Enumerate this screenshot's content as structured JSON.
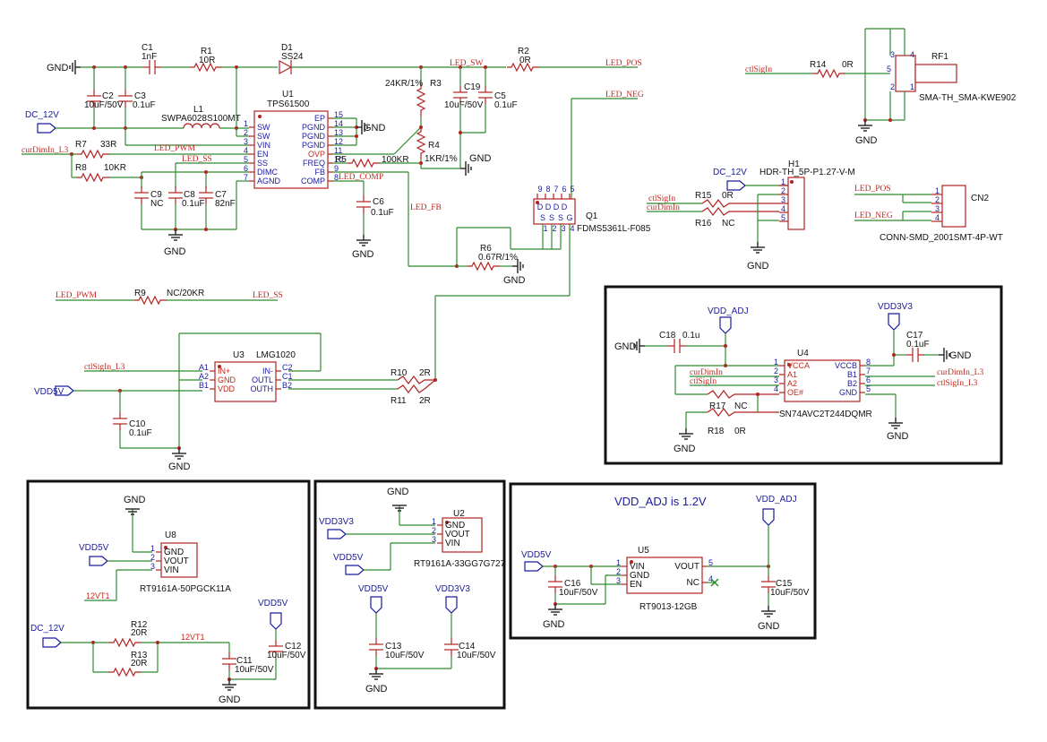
{
  "net": {
    "gnd": "GND",
    "dc12v": "DC_12V",
    "vdd5v": "VDD5V",
    "vdd3v3": "VDD3V3",
    "vddadj": "VDD_ADJ",
    "led_sw": "LED_SW",
    "led_pos": "LED_POS",
    "led_neg": "LED_NEG",
    "led_pwm": "LED_PWM",
    "led_ss": "LED_SS",
    "led_comp": "LED_COMP",
    "led_fb": "LED_FB",
    "curdim": "curDimIn",
    "curdim_l3": "curDimIn_L3",
    "ctl": "ctlSigIn",
    "ctl_l3": "ctlSigIn_L3",
    "v12t1": "12VT1"
  },
  "note": "VDD_ADJ is 1.2V",
  "parts": {
    "c1": {
      "ref": "C1",
      "val": "1nF"
    },
    "r1": {
      "ref": "R1",
      "val": "10R"
    },
    "d1": {
      "ref": "D1",
      "val": "SS24"
    },
    "c2": {
      "ref": "C2",
      "val": "10uF/50V"
    },
    "c3": {
      "ref": "C3",
      "val": "0.1uF"
    },
    "l1": {
      "ref": "L1",
      "val": "SWPA6028S100MT"
    },
    "u1": {
      "ref": "U1",
      "val": "TPS61500"
    },
    "r7": {
      "ref": "R7",
      "val": "33R"
    },
    "r8": {
      "ref": "R8",
      "val": "10KR"
    },
    "c9": {
      "ref": "C9",
      "val": "NC"
    },
    "c8": {
      "ref": "C8",
      "val": "0.1uF"
    },
    "c7": {
      "ref": "C7",
      "val": "82nF"
    },
    "r3": {
      "ref": "R3",
      "val": "24KR/1%"
    },
    "r4": {
      "ref": "R4",
      "val": "1KR/1%"
    },
    "r5": {
      "ref": "R5",
      "val": "100KR"
    },
    "c6": {
      "ref": "C6",
      "val": "0.1uF"
    },
    "c19": {
      "ref": "C19",
      "val": "10uF/50V"
    },
    "c5": {
      "ref": "C5",
      "val": "0.1uF"
    },
    "r2": {
      "ref": "R2",
      "val": "0R"
    },
    "q1": {
      "ref": "Q1",
      "val": "FDMS5361L-F085"
    },
    "r6": {
      "ref": "R6",
      "val": "0.67R/1%"
    },
    "r9": {
      "ref": "R9",
      "val": "NC/20KR"
    },
    "u3": {
      "ref": "U3",
      "val": "LMG1020"
    },
    "r10": {
      "ref": "R10",
      "val": "2R"
    },
    "r11": {
      "ref": "R11",
      "val": "2R"
    },
    "c10": {
      "ref": "C10",
      "val": "0.1uF"
    },
    "r14": {
      "ref": "R14",
      "val": "0R"
    },
    "rf1": {
      "ref": "RF1",
      "val": "SMA-TH_SMA-KWE902"
    },
    "h1": {
      "ref": "H1",
      "val": "HDR-TH_5P-P1.27-V-M"
    },
    "r15": {
      "ref": "R15",
      "val": "0R"
    },
    "r16": {
      "ref": "R16",
      "val": "NC"
    },
    "cn2": {
      "ref": "CN2",
      "val": "CONN-SMD_2001SMT-4P-WT"
    },
    "c18": {
      "ref": "C18",
      "val": "0.1u"
    },
    "c17": {
      "ref": "C17",
      "val": "0.1uF"
    },
    "u4": {
      "ref": "U4",
      "val": "SN74AVC2T244DQMR"
    },
    "r17": {
      "ref": "R17",
      "val": "NC"
    },
    "r18": {
      "ref": "R18",
      "val": "0R"
    },
    "u8": {
      "ref": "U8",
      "val": "RT9161A-50PGCK11A"
    },
    "r12": {
      "ref": "R12",
      "val": "20R"
    },
    "r13": {
      "ref": "R13",
      "val": "20R"
    },
    "c11": {
      "ref": "C11",
      "val": "10uF/50V"
    },
    "c12": {
      "ref": "C12",
      "val": "10uF/50V"
    },
    "u2": {
      "ref": "U2",
      "val": "RT9161A-33GG7G727"
    },
    "c13": {
      "ref": "C13",
      "val": "10uF/50V"
    },
    "c14": {
      "ref": "C14",
      "val": "10uF/50V"
    },
    "u5": {
      "ref": "U5",
      "val": "RT9013-12GB"
    },
    "c16": {
      "ref": "C16",
      "val": "10uF/50V"
    },
    "c15": {
      "ref": "C15",
      "val": "10uF/50V"
    }
  },
  "pins": {
    "u1_left": [
      "SW",
      "SW",
      "VIN",
      "EN",
      "SS",
      "DIMC",
      "AGND"
    ],
    "u1_left_num": [
      "1",
      "2",
      "3",
      "4",
      "5",
      "6",
      "7"
    ],
    "u1_right": [
      "EP",
      "PGND",
      "PGND",
      "PGND",
      "OVP",
      "FREQ",
      "FB",
      "COMP"
    ],
    "u1_right_num": [
      "15",
      "14",
      "13",
      "12",
      "11",
      "10",
      "9",
      "8"
    ],
    "u3_left": [
      "IN+",
      "GND",
      "VDD"
    ],
    "u3_left_num": [
      "A1",
      "A2",
      "B1"
    ],
    "u3_right": [
      "IN-",
      "OUTL",
      "OUTH"
    ],
    "u3_right_num": [
      "C2",
      "C1",
      "B2"
    ],
    "q1_top": [
      "D",
      "D",
      "D",
      "D"
    ],
    "q1_top_num": [
      "9",
      "8",
      "7",
      "6",
      "5"
    ],
    "q1_bot": [
      "S",
      "S",
      "S",
      "G"
    ],
    "q1_bot_num": [
      "1",
      "2",
      "3",
      "4"
    ],
    "h1_num": [
      "1",
      "2",
      "3",
      "4",
      "5"
    ],
    "cn2_num": [
      "1",
      "2",
      "3",
      "4"
    ],
    "rf1_num": [
      "1",
      "2",
      "3",
      "4",
      "5"
    ],
    "u4_left": [
      "VCCA",
      "A1",
      "A2",
      "OE#"
    ],
    "u4_left_num": [
      "1",
      "2",
      "3",
      "4"
    ],
    "u4_right": [
      "VCCB",
      "B1",
      "B2",
      "GND"
    ],
    "u4_right_num": [
      "8",
      "7",
      "6",
      "5"
    ],
    "ldo": [
      "GND",
      "VOUT",
      "VIN"
    ],
    "ldo_num": [
      "1",
      "2",
      "3"
    ],
    "u5_left": [
      "VIN",
      "GND",
      "EN"
    ],
    "u5_left_num": [
      "1",
      "2",
      "3"
    ],
    "u5_right": [
      "VOUT",
      "NC"
    ],
    "u5_right_num": [
      "5",
      "4"
    ]
  },
  "colors": {
    "wire": "#2e8b2e",
    "component": "#b22222",
    "power_port": "#1a1aa0",
    "net_label": "#c0281e"
  }
}
